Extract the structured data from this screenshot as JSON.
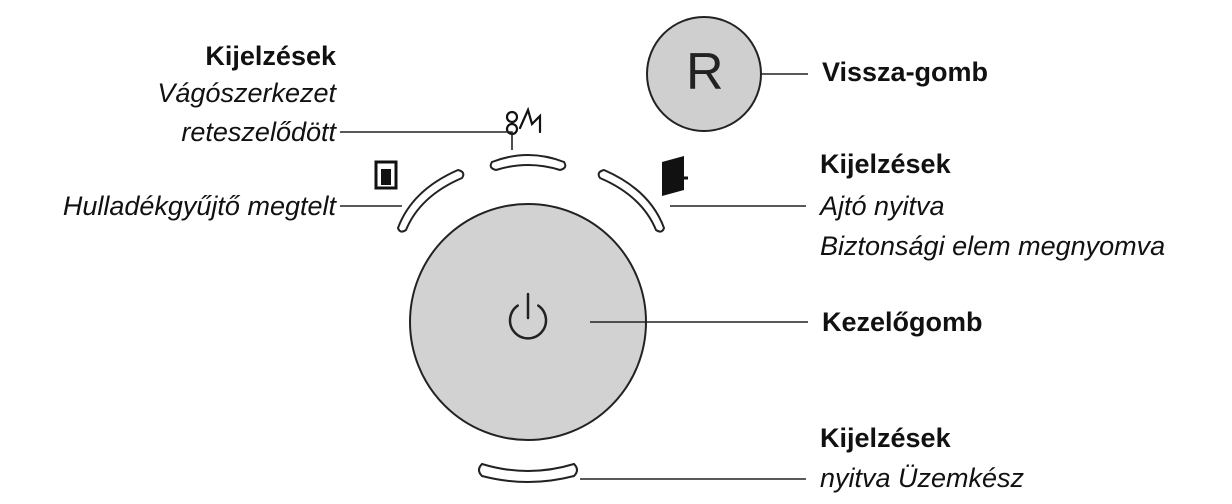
{
  "reset_button": {
    "letter": "R",
    "label": "Vissza-gomb"
  },
  "top_group": {
    "heading": "Kijelzések",
    "line1": "Vágószerkezet",
    "line2": "reteszelődött"
  },
  "left_indicator": {
    "label": "Hulladékgyűjtő megtelt"
  },
  "right_group": {
    "heading": "Kijelzések",
    "line1": "Ajtó nyitva",
    "line2": "Biztonsági elem megnyomva"
  },
  "main_button": {
    "label": "Kezelőgomb"
  },
  "bottom_group": {
    "heading": "Kijelzések",
    "line1": "nyitva Üzemkész"
  },
  "colors": {
    "button_fill": "#cfcfcf",
    "stroke": "#222222"
  },
  "icons": [
    "power-icon",
    "bin-full-icon",
    "cutter-jam-icon",
    "door-open-icon"
  ]
}
